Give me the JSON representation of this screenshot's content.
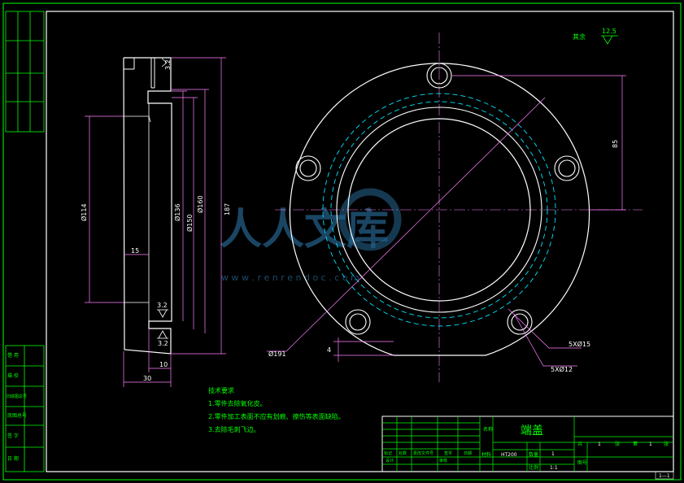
{
  "title_block": {
    "part_name": "端盖",
    "material": "HT200",
    "material_label": "材料",
    "qty_label": "数量",
    "qty": "1",
    "scale_label": "比例",
    "scale": "1:1",
    "sheet_total_label": "共",
    "sheet_total": "1",
    "sheet_total_unit": "张",
    "sheet_no_label": "第",
    "sheet_no": "1",
    "sheet_no_unit": "张",
    "drawing_no_label": "图号",
    "name_label": "名称",
    "row_labels": [
      "标记",
      "处数",
      "更改文件号",
      "签字",
      "日期"
    ],
    "design_label": "设计",
    "check_label": "审核"
  },
  "left_strip": [
    "借  用",
    "描  校",
    "旧底图总号",
    "底图总号",
    "签  字",
    "日  期"
  ],
  "corner_mark": "1—1",
  "roughness": {
    "prefix": "其余",
    "value": "12.5"
  },
  "tech_notes": {
    "title": "技术要求",
    "items": [
      "1.零件去除氧化皮。",
      "2.零件加工表面不应有划痕、擦伤等表面缺陷。",
      "3.去除毛刺飞边。"
    ]
  },
  "dimensions": {
    "d114": "Ø114",
    "d136": "Ø136",
    "d150": "Ø150",
    "d160": "Ø160",
    "d187": "187",
    "d15": "15",
    "d30": "30",
    "d10": "10",
    "d85": "85",
    "d191": "Ø191",
    "d4": "4",
    "holes15": "5XØ15",
    "holes12": "5XØ12",
    "r32a": "3.2",
    "r32b": "3.2",
    "r32c": "3.2"
  },
  "watermark": {
    "text": "人人文库",
    "url": "w w w . r e n r e n d o c . c o m"
  },
  "colors": {
    "border": "#00ff00",
    "outline": "#ffffff",
    "dimension": "#ff7fff",
    "hidden": "#00e5ff",
    "watermark": "#2a6f9e"
  }
}
